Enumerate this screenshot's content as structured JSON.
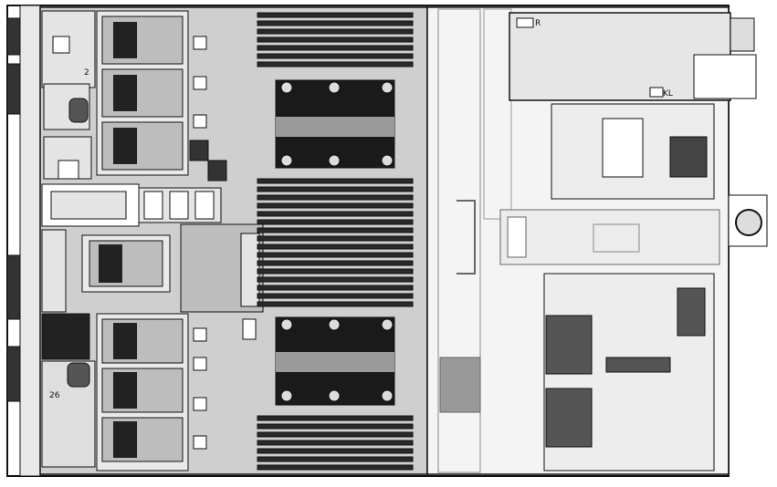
{
  "diagram": {
    "labels": {
      "left_card_number": "26",
      "fan_module_mark": "2",
      "riser_mark_top": "R",
      "riser_mark_bottom": "KL"
    },
    "colors": {
      "outline": "#111111",
      "board_fill": "#cfcfcf",
      "panel_fill": "#e2e2e2",
      "heatsink_fill": "#1a1a1a",
      "transparent_area": "#f4f4f4"
    }
  }
}
